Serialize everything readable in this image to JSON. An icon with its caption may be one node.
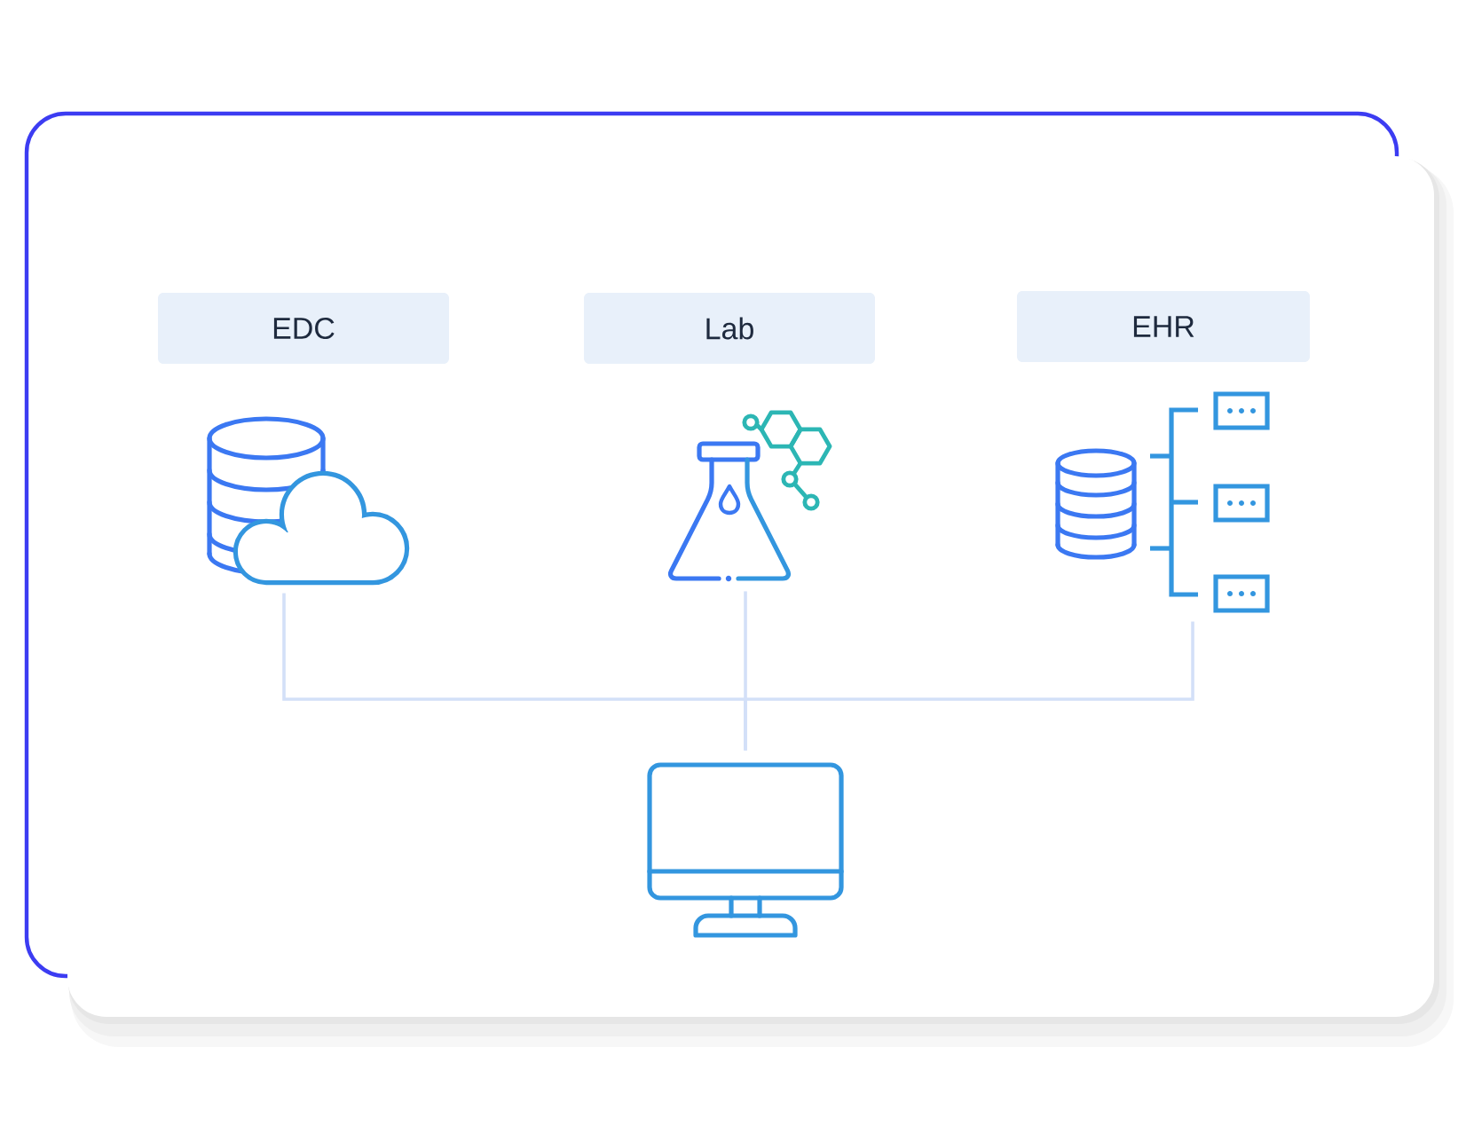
{
  "diagram": {
    "nodes": [
      {
        "text": [
          "EDC"
        ]
      },
      {
        "text": [
          "Lab"
        ]
      },
      {
        "text": [
          "EHR"
        ]
      },
      {
        "text": [],
        "shape": "picture"
      },
      {
        "text": [],
        "shape": "picture"
      },
      {
        "text": [],
        "shape": "picture"
      },
      {
        "text": [],
        "shape": "picture"
      }
    ],
    "edges": [
      {
        "from": 3,
        "to": 6,
        "arrow": "none"
      },
      {
        "from": 4,
        "to": 6,
        "arrow": "none"
      },
      {
        "from": 5,
        "to": 6,
        "arrow": "none"
      }
    ]
  }
}
